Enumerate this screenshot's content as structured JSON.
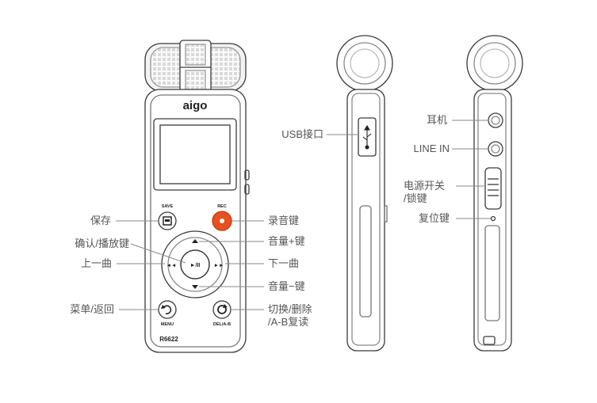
{
  "device": {
    "brand": "aigo",
    "model": "R6622",
    "btn_save": "SAVE",
    "btn_rec": "REC",
    "btn_menu": "MENU",
    "btn_del": "DEL/A-B",
    "icon_play": "►/II",
    "icon_prev": "◄◄",
    "icon_next": "►►"
  },
  "labels": {
    "save": "保存",
    "record": "录音键",
    "confirm_play": "确认/播放键",
    "vol_up": "音量+键",
    "prev": "上一曲",
    "next": "下一曲",
    "vol_down": "音量−键",
    "menu_back": "菜单/返回",
    "switch_del_line1": "切换/删除",
    "switch_del_line2": "/A-B复读",
    "usb": "USB接口",
    "headphone": "耳机",
    "line_in": "LINE IN",
    "power_line1": "电源开关",
    "power_line2": "/锁键",
    "reset": "复位键"
  },
  "colors": {
    "outline": "#3a3a3a",
    "rec_button": "#e8501f",
    "label_text": "#555555",
    "leader_line": "#8a8a8a"
  }
}
